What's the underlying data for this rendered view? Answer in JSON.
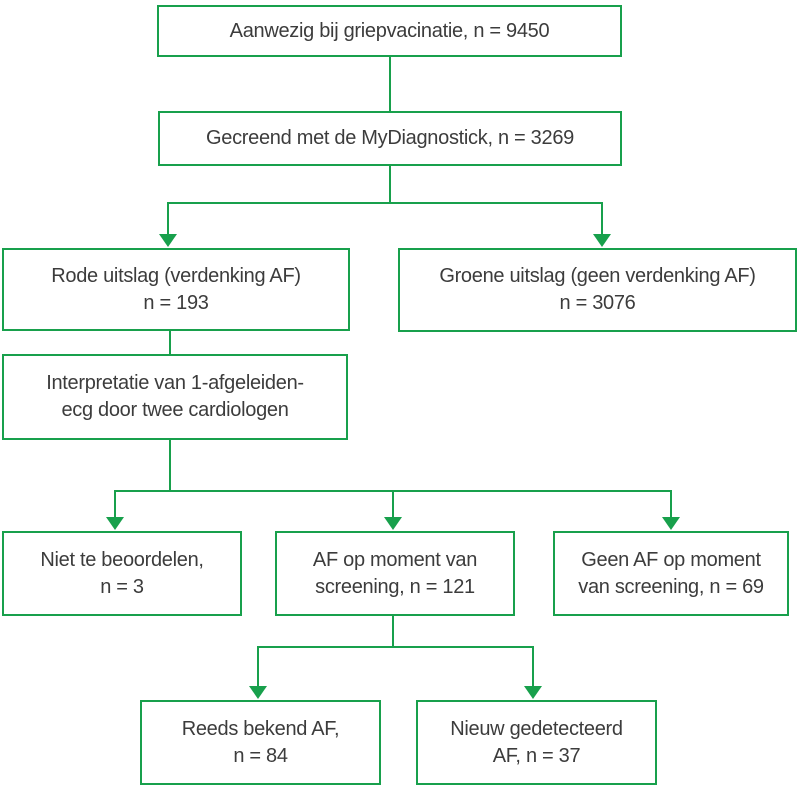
{
  "colors": {
    "line": "#18A04C",
    "text": "#3C3C3C",
    "bg": "#FFFFFF"
  },
  "diagram": {
    "type": "flowchart",
    "language": "nl",
    "nodes": [
      {
        "id": "attended",
        "lines": [
          "Aanwezig bij griepvacinatie, n = 9450"
        ]
      },
      {
        "id": "screened",
        "lines": [
          "Gecreend met de MyDiagnostick, n = 3269"
        ]
      },
      {
        "id": "red-result",
        "lines": [
          "Rode uitslag (verdenking AF)",
          "n = 193"
        ]
      },
      {
        "id": "green-result",
        "lines": [
          "Groene uitslag (geen verdenking AF)",
          "n = 3076"
        ]
      },
      {
        "id": "interpretation",
        "lines": [
          "Interpretatie van 1-afgeleiden-",
          "ecg door twee cardiologen"
        ]
      },
      {
        "id": "not-assessable",
        "lines": [
          "Niet te beoordelen,",
          "n = 3"
        ]
      },
      {
        "id": "af-at-screening",
        "lines": [
          "AF op moment van",
          "screening, n = 121"
        ]
      },
      {
        "id": "no-af-at-screening",
        "lines": [
          "Geen AF op moment",
          "van screening, n = 69"
        ]
      },
      {
        "id": "known-af",
        "lines": [
          "Reeds bekend AF,",
          "n = 84"
        ]
      },
      {
        "id": "new-af",
        "lines": [
          "Nieuw gedetecteerd",
          "AF, n = 37"
        ]
      }
    ],
    "edges": [
      {
        "from": "attended",
        "to": "screened",
        "arrow": false
      },
      {
        "from": "screened",
        "to": "red-result",
        "arrow": true
      },
      {
        "from": "screened",
        "to": "green-result",
        "arrow": true
      },
      {
        "from": "red-result",
        "to": "interpretation",
        "arrow": false
      },
      {
        "from": "interpretation",
        "to": "not-assessable",
        "arrow": true
      },
      {
        "from": "interpretation",
        "to": "af-at-screening",
        "arrow": true
      },
      {
        "from": "interpretation",
        "to": "no-af-at-screening",
        "arrow": true
      },
      {
        "from": "af-at-screening",
        "to": "known-af",
        "arrow": true
      },
      {
        "from": "af-at-screening",
        "to": "new-af",
        "arrow": true
      }
    ]
  }
}
